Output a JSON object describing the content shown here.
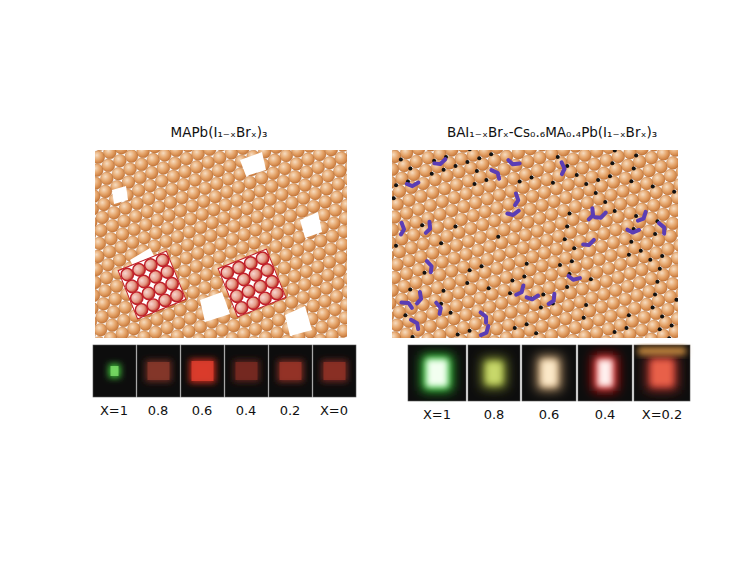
{
  "diagram": {
    "labels": [
      "MAPb(I₁₋ₓBrₓ)₃",
      "BAI₁₋ₓBrₓ-Cs₀.₆MA₀.₄Pb(I₁₋ₓBrₓ)₃",
      "X=1",
      "0.8",
      "0.6",
      "0.4",
      "0.2",
      "X=0",
      "X=1",
      "0.8",
      "0.6",
      "0.4",
      "X=0.2"
    ]
  }
}
